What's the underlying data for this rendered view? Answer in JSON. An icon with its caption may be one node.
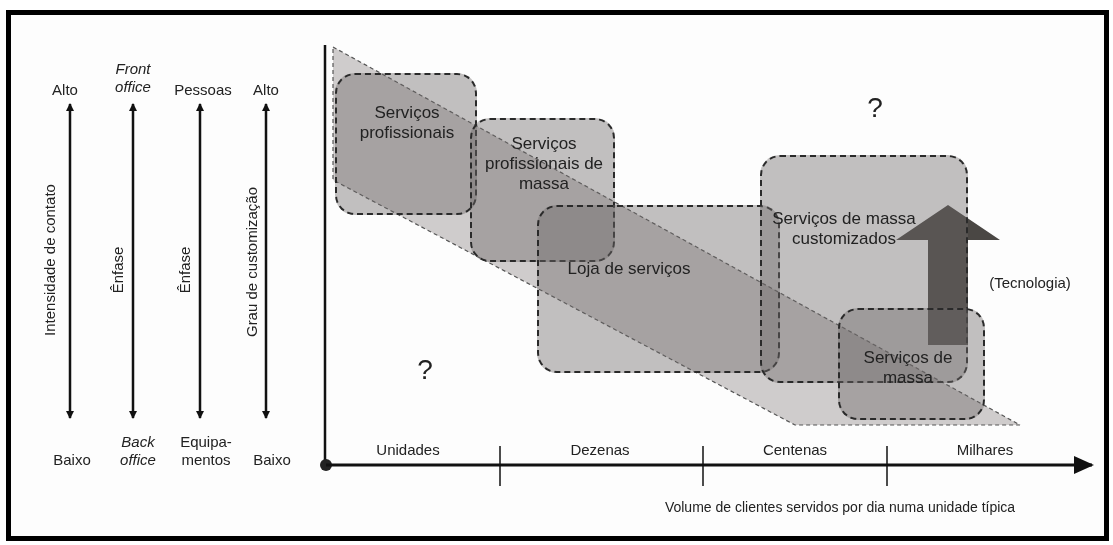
{
  "diagram": {
    "nodes": [
      {
        "text": [
          "Serviços profissionais"
        ]
      },
      {
        "text": [
          "Serviços profissionais de massa"
        ]
      },
      {
        "text": [
          "Loja de serviços"
        ]
      },
      {
        "text": [
          "Serviços de massa customizados"
        ]
      },
      {
        "text": [
          "Serviços de massa"
        ]
      }
    ],
    "labels": [
      "Alto",
      "Front office",
      "Pessoas",
      "Alto",
      "Intensidade de contato",
      "Ênfase",
      "Ênfase",
      "Grau de customização",
      "Baixo",
      "Back office",
      "Equipa- mentos",
      "Baixo",
      "?",
      "?",
      "(Tecnologia)",
      "Unidades",
      "Dezenas",
      "Centenas",
      "Milhares",
      "Volume de clientes servidos por dia numa unidade típica"
    ]
  }
}
